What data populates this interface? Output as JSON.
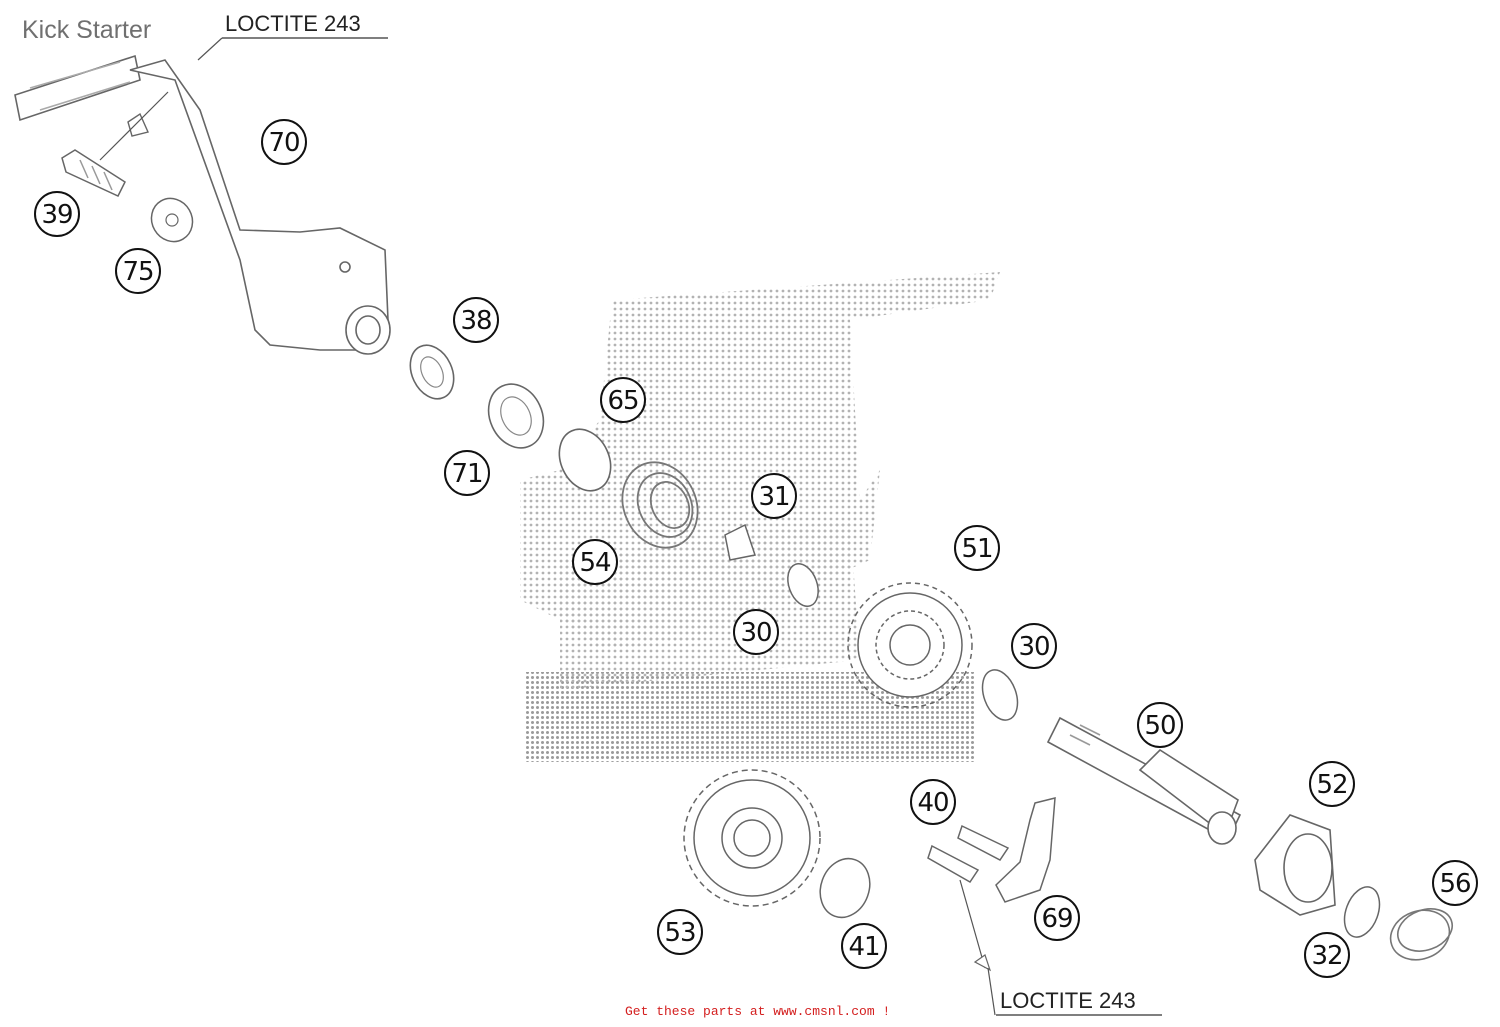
{
  "title": "Kick Starter",
  "notes": [
    "LOCTITE 243",
    "LOCTITE 243"
  ],
  "callouts": [
    "70",
    "39",
    "75",
    "38",
    "65",
    "71",
    "31",
    "54",
    "51",
    "30",
    "30",
    "50",
    "52",
    "40",
    "53",
    "41",
    "69",
    "56",
    "32"
  ],
  "footer": "Get these parts at www.cmsnl.com !",
  "colors": {
    "title": "#707070",
    "footer": "#d42020",
    "line": "#555555"
  }
}
